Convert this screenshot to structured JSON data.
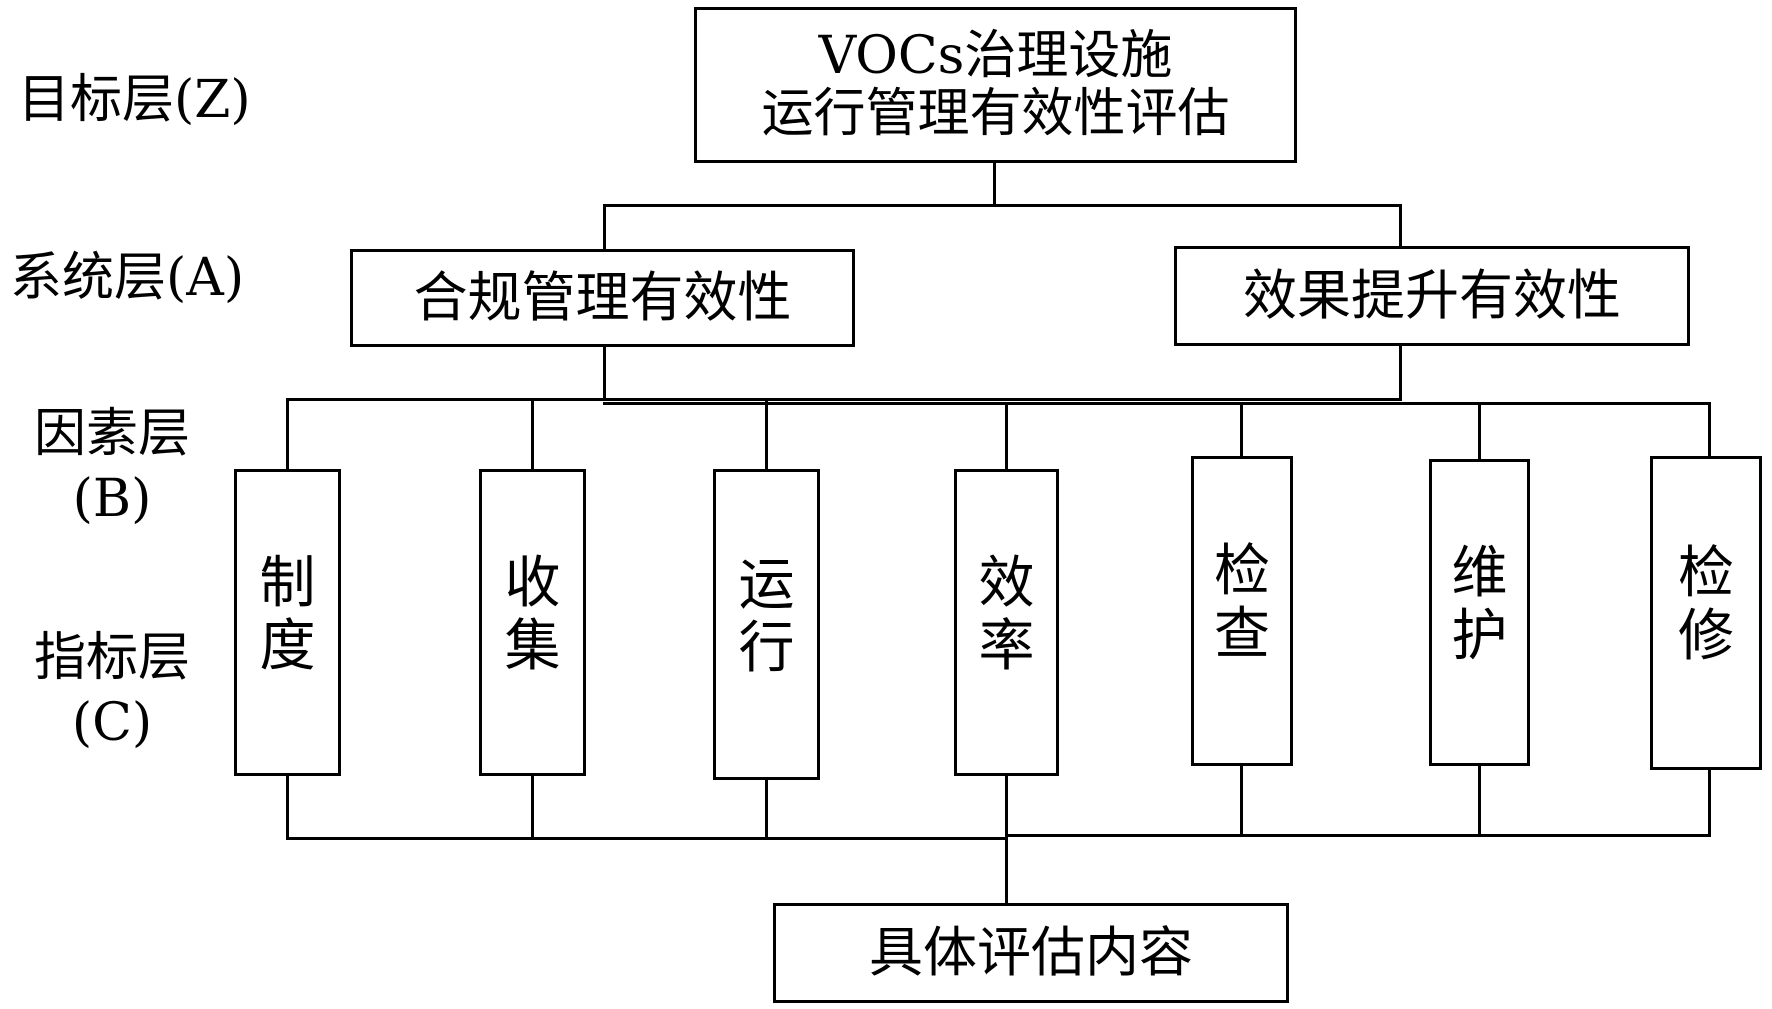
{
  "layers": {
    "goal": "目标层(Z)",
    "system": "系统层(A)",
    "factor": [
      "因素层",
      "(B)"
    ],
    "indicator": [
      "指标层",
      "(C)"
    ]
  },
  "goal": {
    "line1": "VOCs治理设施",
    "line2": "运行管理有效性评估"
  },
  "systems": [
    "合规管理有效性",
    "效果提升有效性"
  ],
  "factors": [
    "制度",
    "收集",
    "运行",
    "效率",
    "检查",
    "维护",
    "检修"
  ],
  "final": "具体评估内容"
}
